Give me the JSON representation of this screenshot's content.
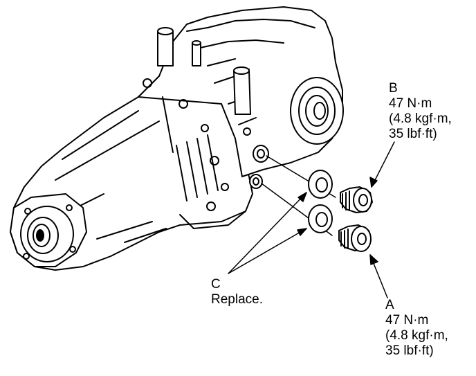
{
  "callouts": {
    "b": {
      "letter": "B",
      "torque": "47 N·m",
      "kgf": "(4.8 kgf·m,",
      "lbf": "35 lbf·ft)"
    },
    "c": {
      "letter": "C",
      "note": "Replace."
    },
    "a": {
      "letter": "A",
      "torque": "47 N·m",
      "kgf": "(4.8 kgf·m,",
      "lbf": "35 lbf·ft)"
    }
  },
  "colors": {
    "ink": "#000000",
    "paper": "#ffffff"
  }
}
